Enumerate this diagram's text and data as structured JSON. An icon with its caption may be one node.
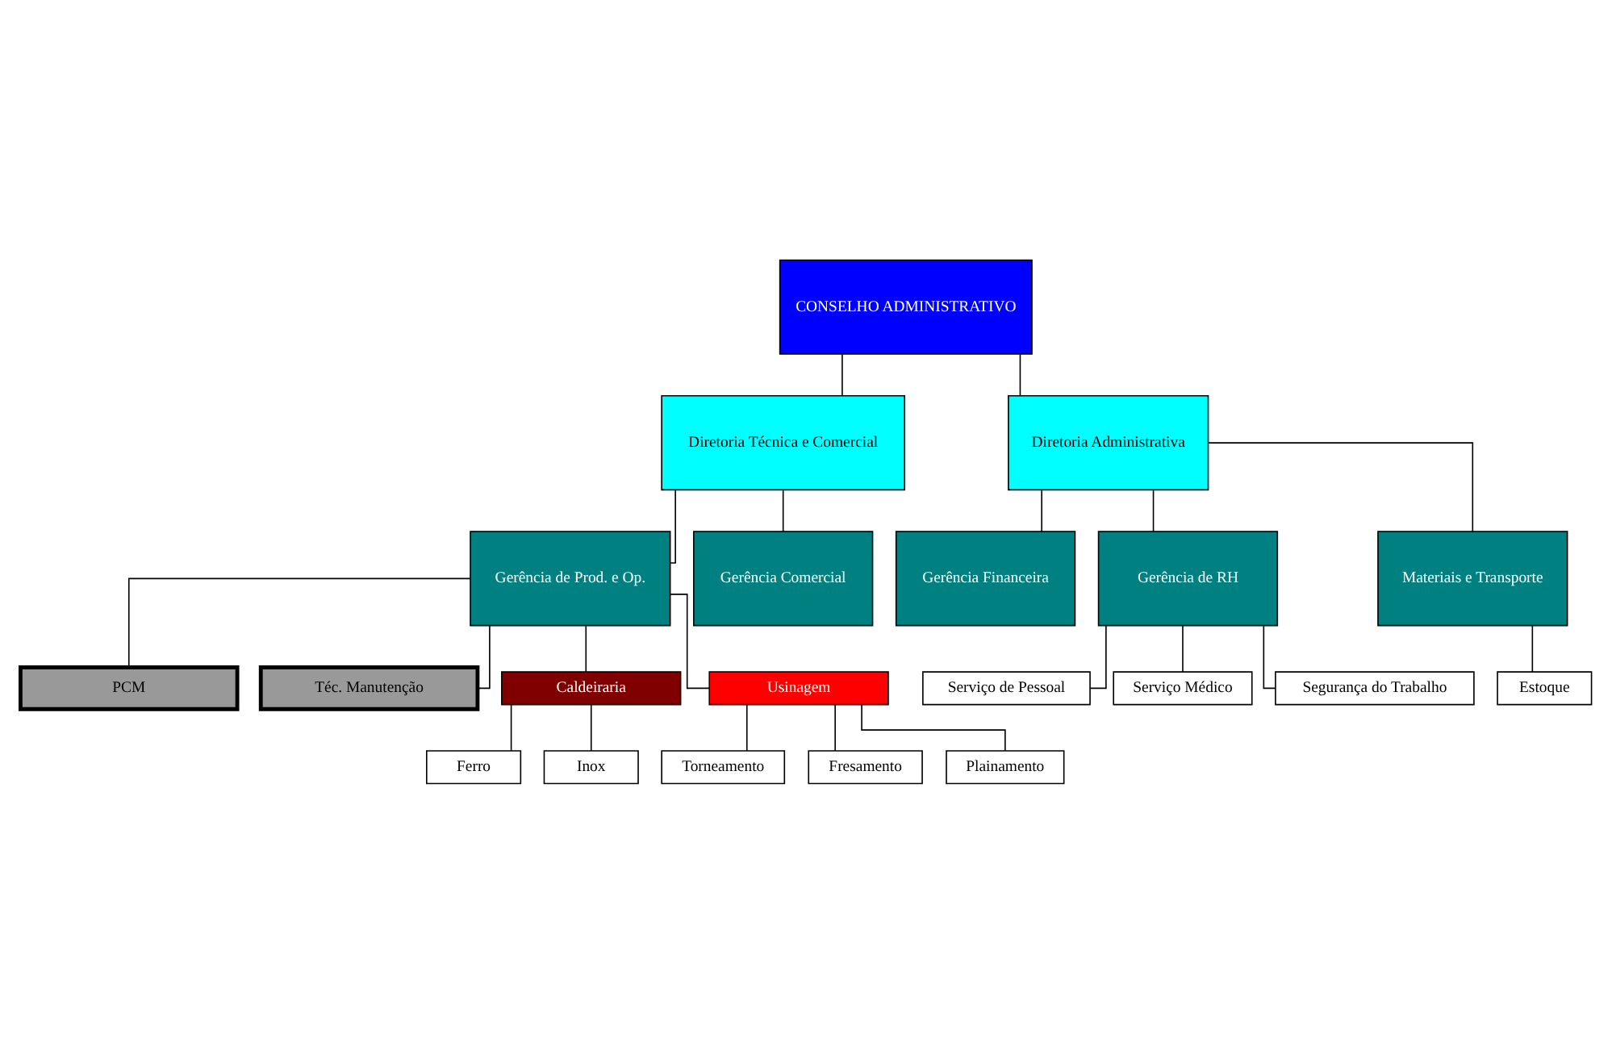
{
  "diagram": {
    "nodes": [
      {
        "text": [
          "CONSELHO ADMINISTRATIVO"
        ]
      },
      {
        "text": [
          "Diretoria Técnica e Comercial"
        ]
      },
      {
        "text": [
          "Diretoria Administrativa"
        ]
      },
      {
        "text": [
          "Gerência de Prod. e Op."
        ]
      },
      {
        "text": [
          "Gerência Comercial"
        ]
      },
      {
        "text": [
          "Gerência Financeira"
        ]
      },
      {
        "text": [
          "Gerência de RH"
        ]
      },
      {
        "text": [
          "Materiais e Transporte"
        ]
      },
      {
        "text": [
          "PCM"
        ]
      },
      {
        "text": [
          "Téc. Manutenção"
        ]
      },
      {
        "text": [
          "Caldeiraria"
        ]
      },
      {
        "text": [
          "Usinagem"
        ]
      },
      {
        "text": [
          "Ferro"
        ]
      },
      {
        "text": [
          "Inox"
        ]
      },
      {
        "text": [
          "Torneamento"
        ]
      },
      {
        "text": [
          "Fresamento"
        ]
      },
      {
        "text": [
          "Plainamento"
        ]
      },
      {
        "text": [
          "Serviço de Pessoal"
        ]
      },
      {
        "text": [
          "Serviço Médico"
        ]
      },
      {
        "text": [
          "Segurança do Trabalho"
        ]
      },
      {
        "text": [
          "Estoque"
        ]
      }
    ],
    "edges": [
      {
        "from": 0,
        "to": 1,
        "arrow": "none"
      },
      {
        "from": 0,
        "to": 2,
        "arrow": "none"
      },
      {
        "from": 1,
        "to": 3,
        "arrow": "none"
      },
      {
        "from": 1,
        "to": 4,
        "arrow": "none"
      },
      {
        "from": 2,
        "to": 5,
        "arrow": "none"
      },
      {
        "from": 2,
        "to": 6,
        "arrow": "none"
      },
      {
        "from": 2,
        "to": 7,
        "arrow": "none"
      },
      {
        "from": 3,
        "to": 8,
        "arrow": "none"
      },
      {
        "from": 3,
        "to": 9,
        "arrow": "none"
      },
      {
        "from": 3,
        "to": 10,
        "arrow": "none"
      },
      {
        "from": 3,
        "to": 11,
        "arrow": "none"
      },
      {
        "from": 10,
        "to": 12,
        "arrow": "none"
      },
      {
        "from": 10,
        "to": 13,
        "arrow": "none"
      },
      {
        "from": 11,
        "to": 14,
        "arrow": "none"
      },
      {
        "from": 11,
        "to": 15,
        "arrow": "none"
      },
      {
        "from": 11,
        "to": 16,
        "arrow": "none"
      },
      {
        "from": 6,
        "to": 17,
        "arrow": "none"
      },
      {
        "from": 6,
        "to": 18,
        "arrow": "none"
      },
      {
        "from": 6,
        "to": 19,
        "arrow": "none"
      },
      {
        "from": 7,
        "to": 20,
        "arrow": "none"
      }
    ]
  }
}
